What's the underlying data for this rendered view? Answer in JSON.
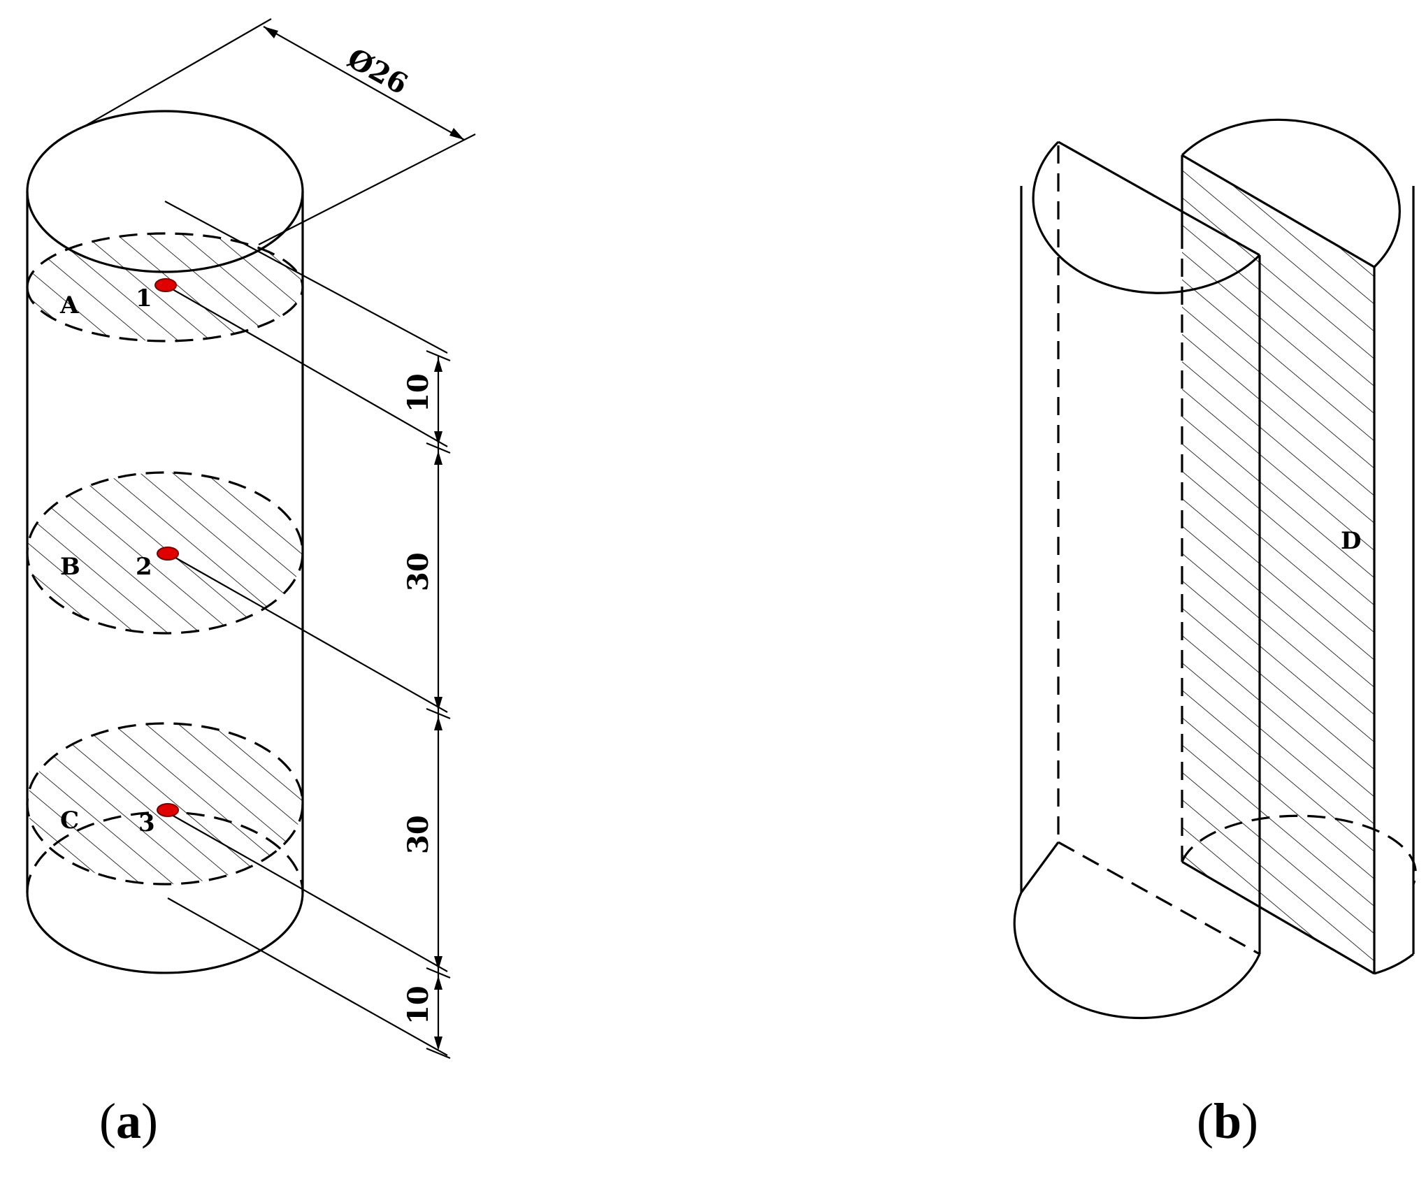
{
  "diagram": {
    "panel_a": {
      "label": "a",
      "diameter_label": "Ø26",
      "sections": [
        "A",
        "B",
        "C"
      ],
      "points": [
        "1",
        "2",
        "3"
      ],
      "point_color": "#e00000",
      "dimensions": [
        "10",
        "30",
        "30",
        "10"
      ]
    },
    "panel_b": {
      "label": "b",
      "section_label": "D"
    }
  }
}
